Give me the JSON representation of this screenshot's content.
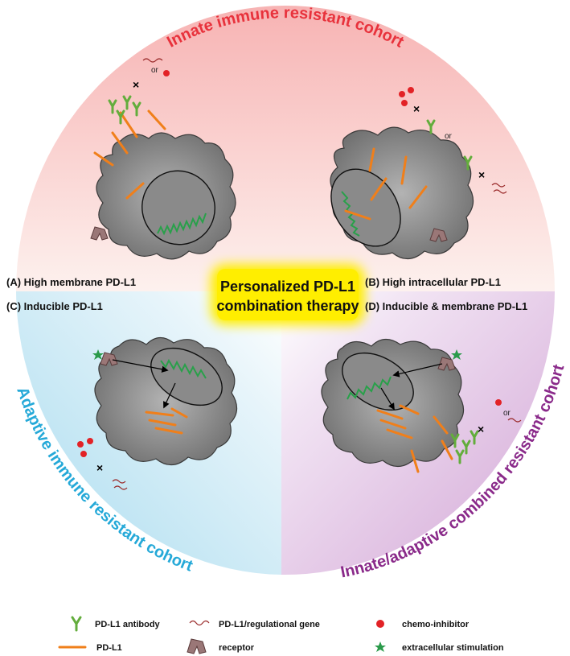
{
  "center": {
    "line1": "Personalized PD-L1",
    "line2": "combination therapy"
  },
  "cohorts": {
    "innate": "Innate immune resistant cohort",
    "adaptive": "Adaptive immune resistant cohort",
    "combined": "Innate/adaptive combined resistant cohort"
  },
  "quadrants": {
    "a": "(A) High membrane PD-L1",
    "b": "(B) High intracellular PD-L1",
    "c": "(C) Inducible PD-L1",
    "d": "(D) Inducible & membrane PD-L1"
  },
  "or_text": "or",
  "cross_text": "×",
  "legend": {
    "antibody": "PD-L1 antibody",
    "gene": "PD-L1/regulational gene",
    "chemo": "chemo-inhibitor",
    "pdl1": "PD-L1",
    "receptor": "receptor",
    "stimulation": "extracellular stimulation"
  },
  "colors": {
    "innate": "#e8323c",
    "adaptive": "#25a9d8",
    "combined": "#8a2a8a",
    "cell": "#7d7d7d",
    "pdl1": "#f07f1a",
    "antibody": "#63ad3c",
    "chemo": "#e22226",
    "stimulation": "#2a9a4a",
    "receptor": "#9a7777",
    "dna": "#29a04a",
    "gene": "#9a2a2a"
  }
}
